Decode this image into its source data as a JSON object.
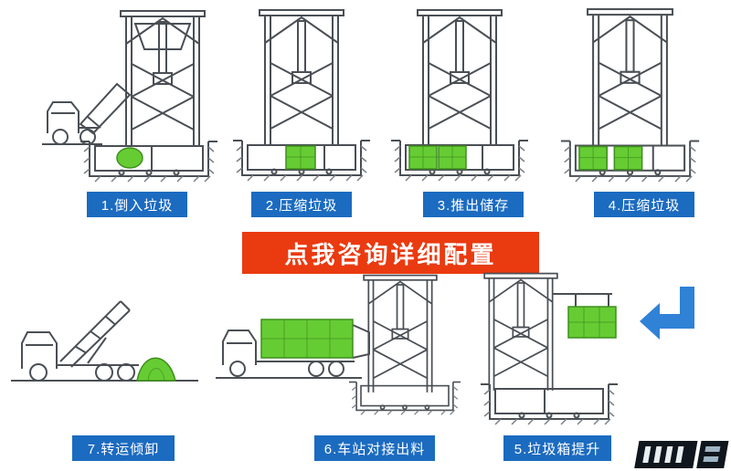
{
  "banner": {
    "label": "点我咨询详细配置",
    "bg": "#ea3a10",
    "text_color": "#ffffff"
  },
  "steps": [
    {
      "label": "1.倒入垃圾"
    },
    {
      "label": "2.压缩垃圾"
    },
    {
      "label": "3.推出储存"
    },
    {
      "label": "4.压缩垃圾"
    },
    {
      "label": "5.垃圾箱提升"
    },
    {
      "label": "6.车站对接出料"
    },
    {
      "label": "7.转运倾卸"
    }
  ],
  "colors": {
    "step_label_bg": "#1b6bc0",
    "step_label_text": "#ffffff",
    "banner_bg": "#ea3a10",
    "drawing_line": "#4a4f55",
    "waste_green": "#66cc33",
    "arrow_blue": "#2f82d6"
  },
  "icons": {
    "arrow": "left-bent-arrow",
    "watermark": "corner-logo-watermark"
  }
}
